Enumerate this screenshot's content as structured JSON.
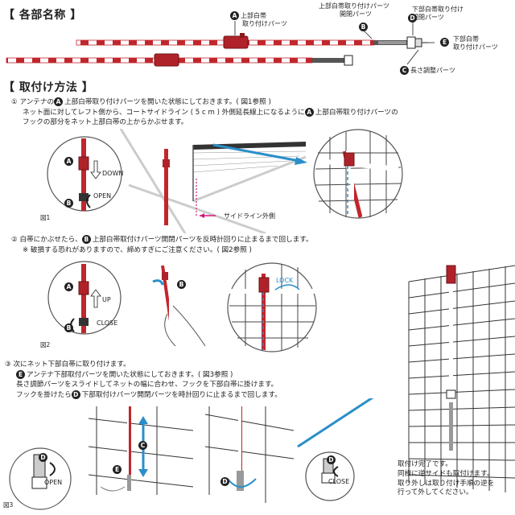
{
  "section1": {
    "title": "【 各部名称 】"
  },
  "parts": {
    "A": {
      "badge": "A",
      "label_line1": "上部白帯",
      "label_line2": "取り付けパーツ"
    },
    "B": {
      "badge": "B",
      "label_line1": "上部白帯取り付けパーツ",
      "label_line2": "開閉パーツ"
    },
    "C": {
      "badge": "C",
      "label": "長さ調整パーツ"
    },
    "D": {
      "badge": "D",
      "label_line1": "下部白帯取り付け",
      "label_line2": "開閉パーツ"
    },
    "E": {
      "badge": "E",
      "label_line1": "下部白帯",
      "label_line2": "取り付けパーツ"
    }
  },
  "section2": {
    "title": "【 取付け方法 】"
  },
  "step1": {
    "number": "①",
    "line1_pre": "アンテナの",
    "line1_post": "上部白帯取り付けパーツを開いた状態にしておきます。( 図1参照 )",
    "line2": "ネット面に対してレフト側から、コートサイドライン ( 5 c m ) 外側延長線上になるように",
    "line2_post": "上部白帯取り付けパーツの",
    "line3": "フックの部分をネット上部白帯の上からかぶせます。"
  },
  "fig1": {
    "label": "図1",
    "down": "DOWN",
    "open": "OPEN",
    "sideline": "サイドライン外側"
  },
  "step2": {
    "number": "②",
    "line1_pre": "白帯にかぶせたら、",
    "line1_post": "上部白帯取付けパーツ開閉パーツを反時計回りに止まるまで回します。",
    "line2": "※  破損する恐れがありますので、締めすぎにご注意ください。( 図2参照 )"
  },
  "fig2": {
    "label": "図2",
    "up": "UP",
    "close": "CLOSE",
    "lock": "LOCK"
  },
  "step3": {
    "number": "③",
    "line1": "次にネット下部白帯に取り付けます。",
    "line2_post": "アンテナ下部取付パーツを開いた状態にしておきます。( 図3参照 )",
    "line3": "長さ調節パーツをスライドしてネットの幅に合わせ、フックを下部白帯に掛けます。",
    "line4_pre": "フックを掛けたら",
    "line4_post": "下部取付けパーツ開閉パーツを時計回りに止まるまで回します。"
  },
  "fig3": {
    "label": "図3",
    "open": "OPEN",
    "close": "CLOSE"
  },
  "complete": {
    "line1": "取付け完了です。",
    "line2": "同様に逆サイドも取付けます。",
    "line3": "取り外しは取り付け手順の逆を",
    "line4": "行って外してください。"
  },
  "colors": {
    "red": "#c0262d",
    "blue": "#2a8fc9",
    "pink": "#d6157a",
    "dark": "#222222"
  }
}
